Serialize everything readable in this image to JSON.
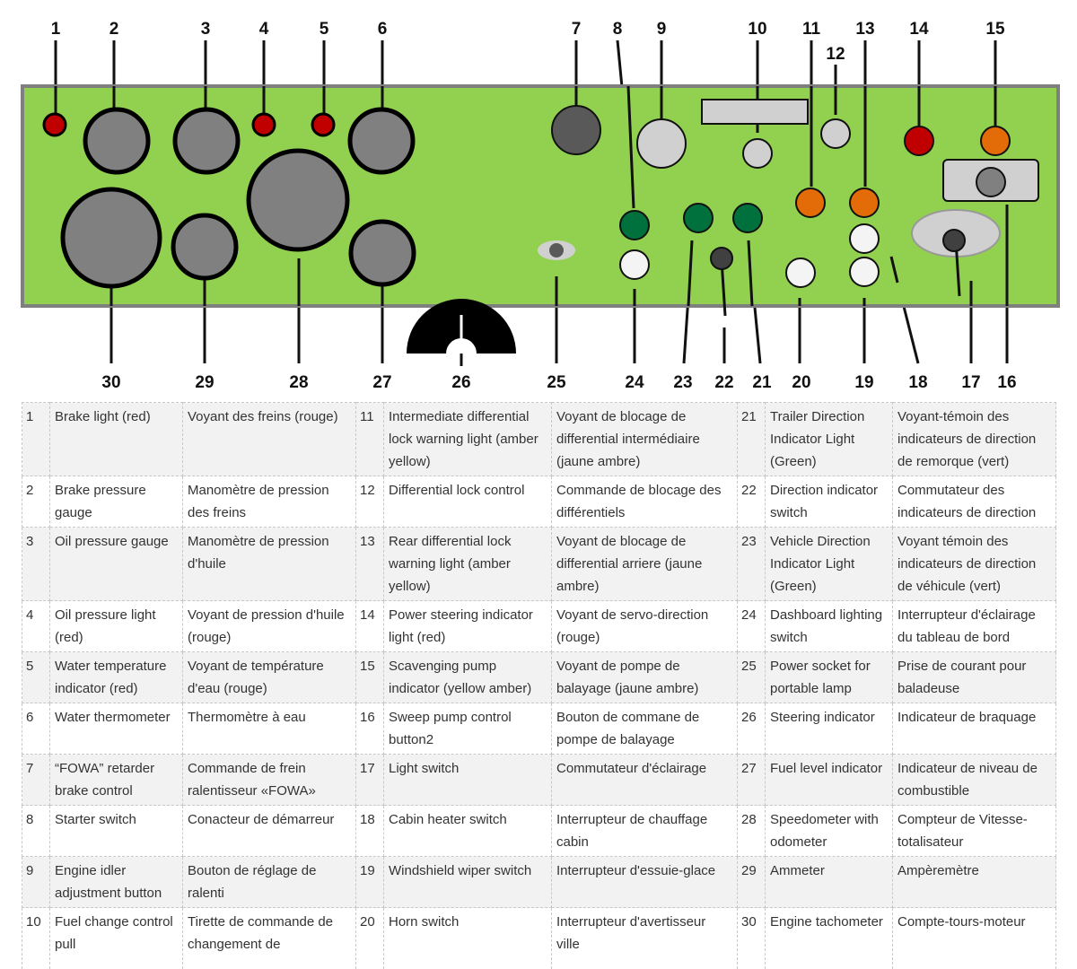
{
  "callout_numbers": {
    "n1": "1",
    "n2": "2",
    "n3": "3",
    "n4": "4",
    "n5": "5",
    "n6": "6",
    "n7": "7",
    "n8": "8",
    "n9": "9",
    "n10": "10",
    "n11": "11",
    "n12": "12",
    "n13": "13",
    "n14": "14",
    "n15": "15",
    "n16": "16",
    "n17": "17",
    "n18": "18",
    "n19": "19",
    "n20": "20",
    "n21": "21",
    "n22": "22",
    "n23": "23",
    "n24": "24",
    "n25": "25",
    "n26": "26",
    "n27": "27",
    "n28": "28",
    "n29": "29",
    "n30": "30"
  },
  "colors": {
    "panel": "#92d050",
    "panel_border": "#7f7f7f",
    "gauge": "#808080",
    "knob_dark": "#595959",
    "light_grey": "#d0d0d0",
    "red": "#c00000",
    "amber": "#e36c09",
    "green": "#00703c",
    "white": "#f4f4f4"
  },
  "legend": {
    "rows": [
      [
        {
          "n": "1",
          "en": "Brake light (red)",
          "fr": "Voyant des freins (rouge)"
        },
        {
          "n": "11",
          "en": "Intermediate differential lock warning light (amber yellow)",
          "fr": "Voyant de blocage de differential intermédiaire (jaune ambre)"
        },
        {
          "n": "21",
          "en": "Trailer Direction Indicator Light (Green)",
          "fr": "Voyant-témoin des indicateurs de direction de remorque (vert)"
        }
      ],
      [
        {
          "n": "2",
          "en": "Brake pressure gauge",
          "fr": "Manomètre de pression des freins"
        },
        {
          "n": "12",
          "en": "Differential lock control",
          "fr": "Commande de blocage des différentiels"
        },
        {
          "n": "22",
          "en": "Direction indicator switch",
          "fr": "Commutateur des indicateurs de direction"
        }
      ],
      [
        {
          "n": "3",
          "en": "Oil pressure gauge",
          "fr": "Manomètre de pression d'huile"
        },
        {
          "n": "13",
          "en": "Rear differential lock warning light (amber yellow)",
          "fr": "Voyant de blocage de differential arriere (jaune ambre)"
        },
        {
          "n": "23",
          "en": "Vehicle Direction Indicator Light (Green)",
          "fr": "Voyant témoin des indicateurs de direction de véhicule (vert)"
        }
      ],
      [
        {
          "n": "4",
          "en": "Oil pressure light (red)",
          "fr": "Voyant de pression d'huile (rouge)"
        },
        {
          "n": "14",
          "en": "Power steering indicator light (red)",
          "fr": "Voyant de servo-direction (rouge)"
        },
        {
          "n": "24",
          "en": "Dashboard lighting switch",
          "fr": "Interrupteur d'éclairage du tableau de bord"
        }
      ],
      [
        {
          "n": "5",
          "en": "Water temperature indicator (red)",
          "fr": "Voyant de température d'eau (rouge)"
        },
        {
          "n": "15",
          "en": "Scavenging pump indicator (yellow amber)",
          "fr": "Voyant de pompe de balayage (jaune ambre)"
        },
        {
          "n": "25",
          "en": "Power socket for portable lamp",
          "fr": "Prise de courant pour baladeuse"
        }
      ],
      [
        {
          "n": "6",
          "en": "Water thermometer",
          "fr": "Thermomètre à eau"
        },
        {
          "n": "16",
          "en": "Sweep pump control button2",
          "fr": "Bouton de commane de pompe de balayage"
        },
        {
          "n": "26",
          "en": "Steering indicator",
          "fr": "Indicateur de braquage"
        }
      ],
      [
        {
          "n": "7",
          "en": "“FOWA” retarder brake control",
          "fr": "Commande de frein ralentisseur «FOWA»"
        },
        {
          "n": "17",
          "en": "Light switch",
          "fr": "Commutateur d'éclairage"
        },
        {
          "n": "27",
          "en": "Fuel level indicator",
          "fr": "Indicateur de niveau de combustible"
        }
      ],
      [
        {
          "n": "8",
          "en": "Starter switch",
          "fr": "Conacteur de démarreur"
        },
        {
          "n": "18",
          "en": "Cabin heater switch",
          "fr": "Interrupteur de chauffage cabin"
        },
        {
          "n": "28",
          "en": "Speedometer with odometer",
          "fr": "Compteur de Vitesse-totalisateur"
        }
      ],
      [
        {
          "n": "9",
          "en": "Engine idler adjustment button",
          "fr": "Bouton de réglage de ralenti"
        },
        {
          "n": "19",
          "en": "Windshield wiper switch",
          "fr": "Interrupteur d'essuie-glace"
        },
        {
          "n": "29",
          "en": "Ammeter",
          "fr": "Ampèremètre"
        }
      ],
      [
        {
          "n": "10",
          "en": "Fuel change control pull",
          "fr": "Tirette de commande de changement de"
        },
        {
          "n": "20",
          "en": "Horn switch",
          "fr": "Interrupteur d'avertisseur ville"
        },
        {
          "n": "30",
          "en": "Engine tachometer",
          "fr": "Compte-tours-moteur"
        }
      ]
    ]
  }
}
